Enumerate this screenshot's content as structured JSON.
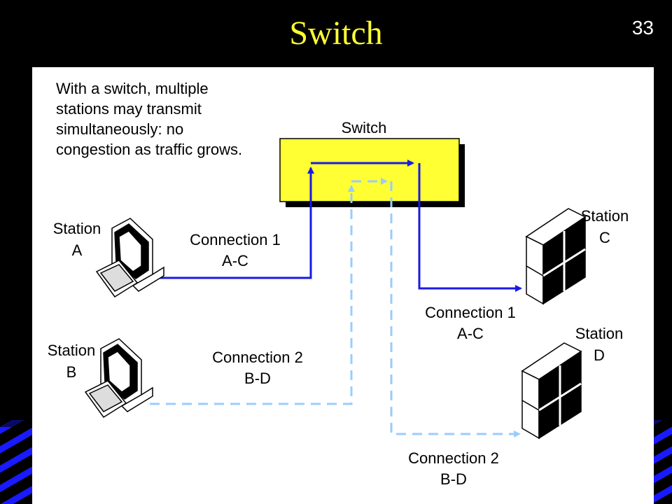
{
  "slide": {
    "title": "Switch",
    "number": "33",
    "description": "With a switch, multiple stations may transmit simultaneously:  no congestion as traffic grows."
  },
  "switch": {
    "label": "Switch",
    "color": "#ffff33"
  },
  "stations": {
    "a": {
      "line1": "Station",
      "line2": "A"
    },
    "b": {
      "line1": "Station",
      "line2": "B"
    },
    "c": {
      "line1": "Station",
      "line2": "C"
    },
    "d": {
      "line1": "Station",
      "line2": "D"
    }
  },
  "connections": {
    "conn1_left": {
      "line1": "Connection 1",
      "line2": "A-C"
    },
    "conn1_right": {
      "line1": "Connection 1",
      "line2": "A-C"
    },
    "conn2_left": {
      "line1": "Connection 2",
      "line2": "B-D"
    },
    "conn2_right": {
      "line1": "Connection 2",
      "line2": "B-D"
    }
  },
  "colors": {
    "background": "#000000",
    "stripe": "#1a1aff",
    "title": "#ffff33",
    "connection1": "#1a1ae6",
    "connection2": "#99ccff"
  }
}
